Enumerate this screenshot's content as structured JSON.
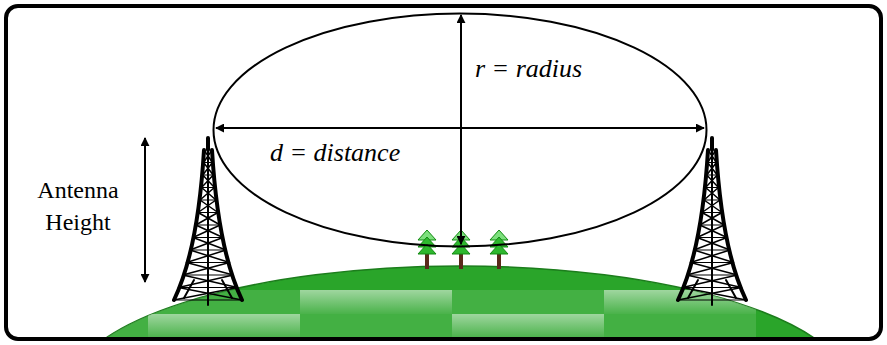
{
  "diagram": {
    "nodes": [
      {
        "text": [
          "r = radius",
          "d = distance"
        ]
      }
    ],
    "labels": [
      "Antenna Height"
    ]
  }
}
